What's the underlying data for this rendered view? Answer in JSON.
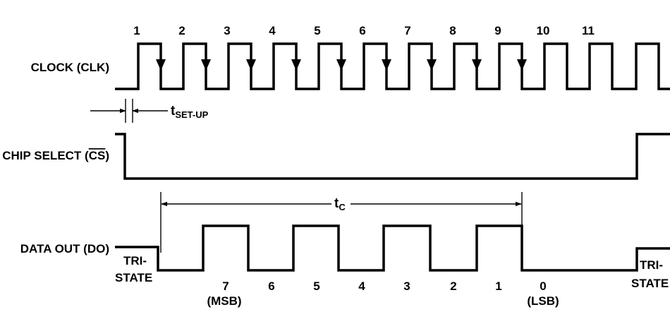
{
  "signals": {
    "clock": "CLOCK (CLK)",
    "chip_select_prefix": "CHIP SELECT (",
    "chip_select_bar": "CS",
    "chip_select_suffix": ")",
    "data_out": "DATA OUT (DO)"
  },
  "clock_pulses": [
    "1",
    "2",
    "3",
    "4",
    "5",
    "6",
    "7",
    "8",
    "9",
    "10",
    "11"
  ],
  "setup": {
    "t": "t",
    "sub": "SET-UP"
  },
  "conversion": {
    "t": "t",
    "sub": "C"
  },
  "tristate_left": {
    "line1": "TRI-",
    "line2": "STATE"
  },
  "tristate_right": {
    "line1": "TRI-",
    "line2": "STATE"
  },
  "data_bits": [
    "7",
    "6",
    "5",
    "4",
    "3",
    "2",
    "1",
    "0"
  ],
  "msb_label": "(MSB)",
  "lsb_label": "(LSB)"
}
